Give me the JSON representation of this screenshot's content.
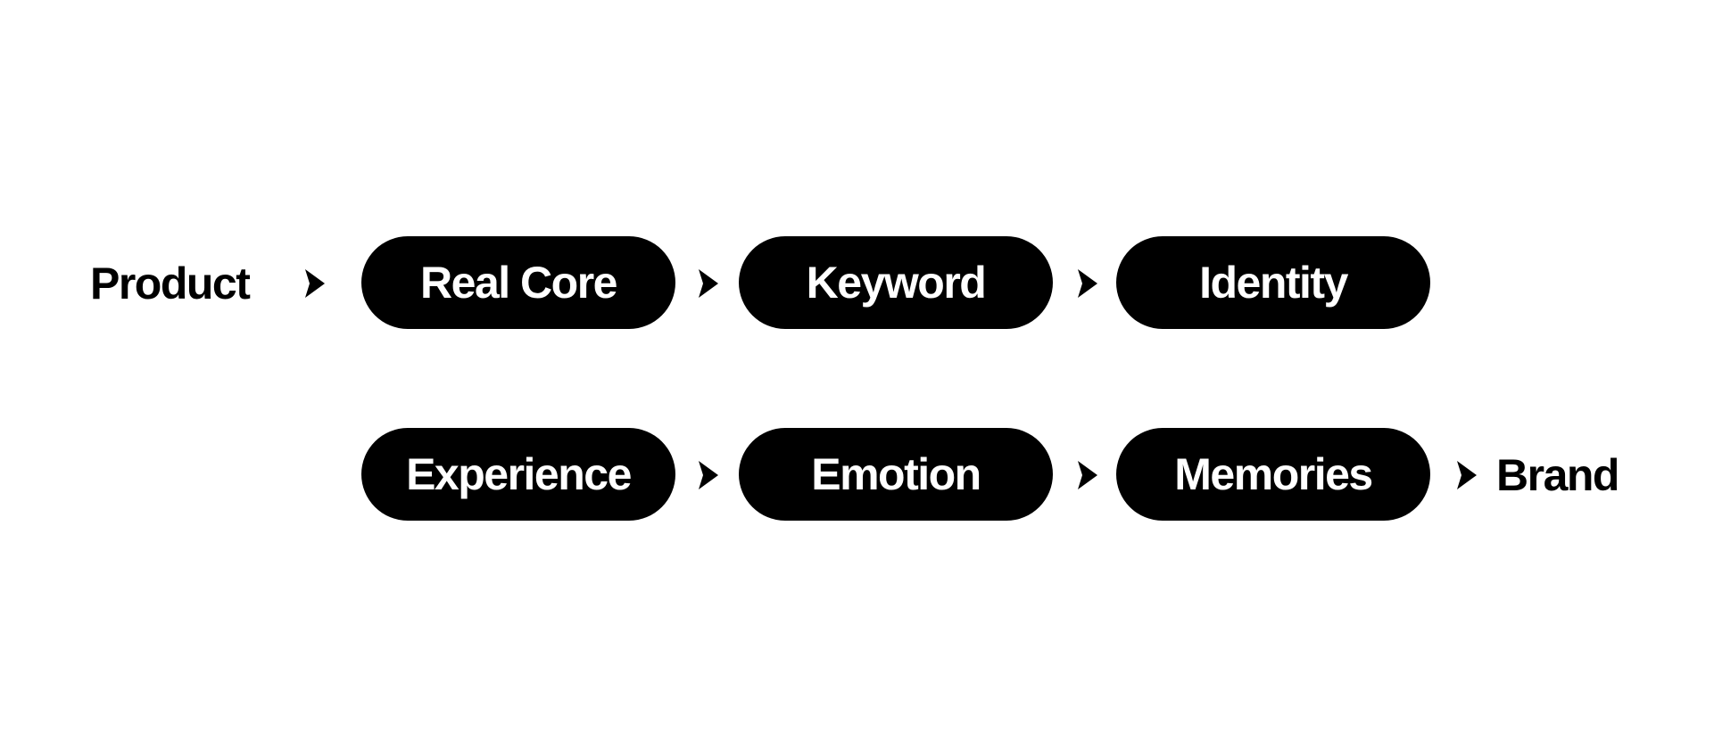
{
  "diagram": {
    "start_label": "Product",
    "end_label": "Brand",
    "row1": [
      "Real Core",
      "Keyword",
      "Identity"
    ],
    "row2": [
      "Experience",
      "Emotion",
      "Memories"
    ],
    "colors": {
      "background": "#ffffff",
      "pill_fill": "#000000",
      "pill_text": "#ffffff",
      "text": "#000000"
    }
  }
}
